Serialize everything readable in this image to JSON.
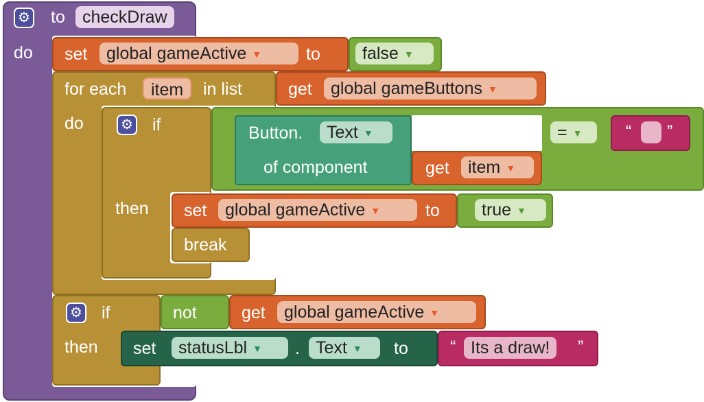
{
  "procedure": {
    "keyword_to": "to",
    "name": "checkDraw",
    "do_label": "do"
  },
  "set1": {
    "set_label": "set",
    "var": "global gameActive",
    "to_label": "to",
    "value": "false"
  },
  "foreach": {
    "for_each_label": "for each",
    "item": "item",
    "in_list_label": "in list",
    "get_label": "get",
    "list_var": "global gameButtons",
    "do_label": "do"
  },
  "if1": {
    "if_label": "if",
    "then_label": "then",
    "component": {
      "prefix": "Button.",
      "prop": "Text",
      "of_component_label": "of component",
      "get_label": "get",
      "item": "item"
    },
    "op": "=",
    "quote_open": "“",
    "quote_close": "”",
    "set_label": "set",
    "var": "global gameActive",
    "to_label": "to",
    "value": "true",
    "break_label": "break"
  },
  "if2": {
    "if_label": "if",
    "then_label": "then",
    "not_label": "not",
    "get_label": "get",
    "var": "global gameActive",
    "set_label": "set",
    "component": "statusLbl",
    "dot": ".",
    "prop": "Text",
    "to_label": "to",
    "quote_open": "“",
    "quote_close": "”",
    "text": "Its a draw!"
  },
  "icons": {
    "gear": "gear-icon",
    "dropdown": "dropdown-arrow-icon"
  },
  "colors": {
    "procedure": "#7b5a98",
    "variables": "#d8632c",
    "control": "#b89137",
    "logic": "#7aad3d",
    "component": "#46a079",
    "setter": "#26644a",
    "text": "#b82c63"
  }
}
